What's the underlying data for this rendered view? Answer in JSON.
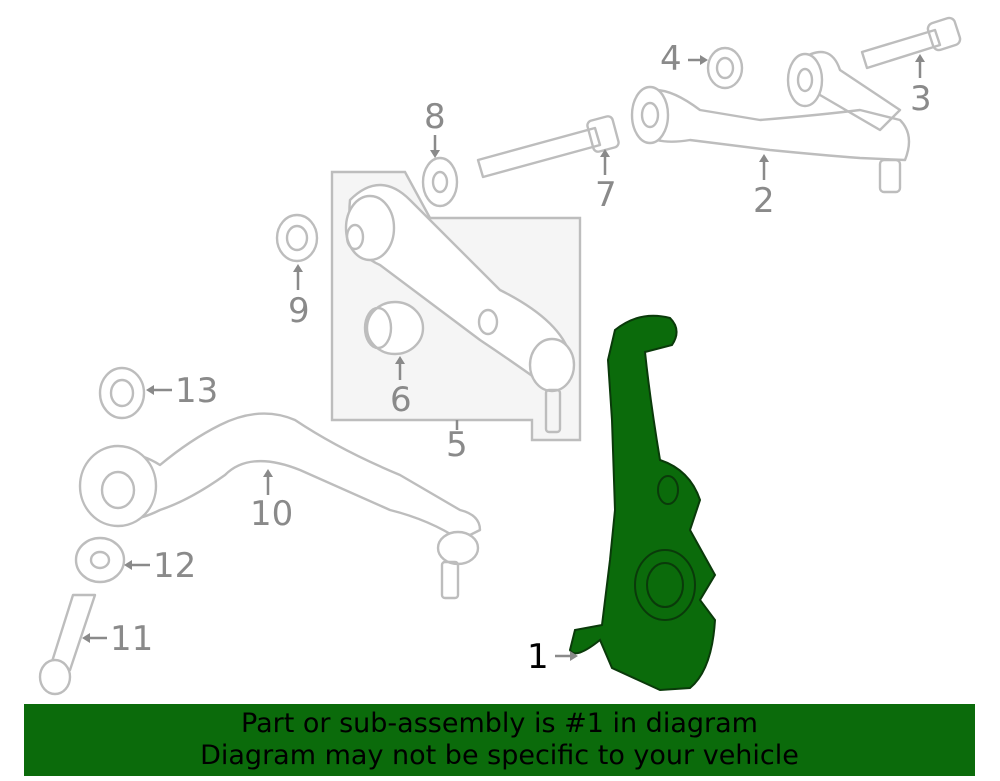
{
  "callouts": {
    "c1": "1",
    "c2": "2",
    "c3": "3",
    "c4": "4",
    "c5": "5",
    "c6": "6",
    "c7": "7",
    "c8": "8",
    "c9": "9",
    "c10": "10",
    "c11": "11",
    "c12": "12",
    "c13": "13"
  },
  "banner": {
    "line1": "Part or sub-assembly is #1 in diagram",
    "line2": "Diagram may not be specific to your vehicle"
  },
  "colors": {
    "highlight": "#0b6b0b",
    "part_outline": "#bdbdbd",
    "callout_text": "#8a8a8a"
  }
}
